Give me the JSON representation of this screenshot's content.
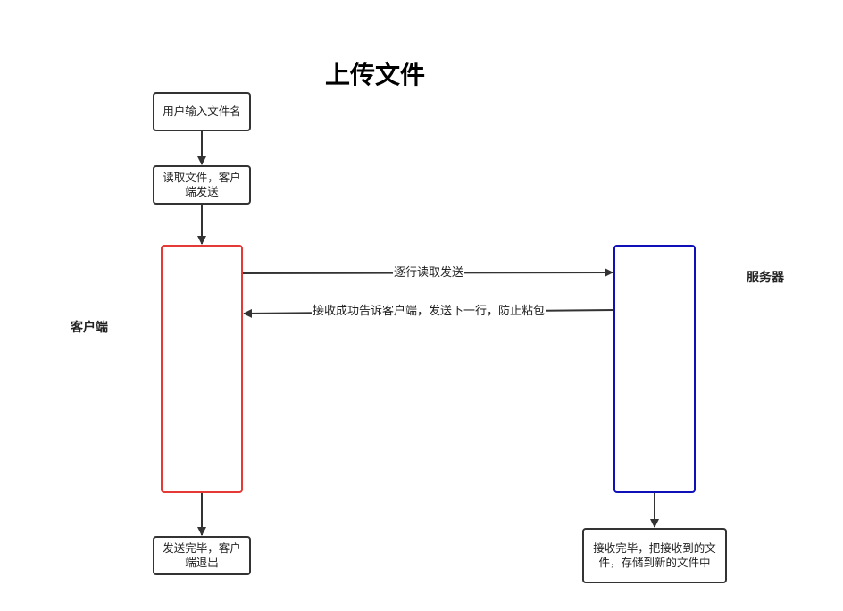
{
  "title": "上传文件",
  "colors": {
    "client_lane": "#e53935",
    "server_lane": "#1010b8",
    "box_border": "#333333",
    "arrow": "#333333"
  },
  "nodes": {
    "input_filename": "用户输入文件名",
    "read_send": "读取文件，客户端发送",
    "client_done": "发送完毕，客户端退出",
    "server_done": "接收完毕，把接收到的文件，存储到新的文件中"
  },
  "lanes": {
    "client": "客户端",
    "server": "服务器"
  },
  "edges": {
    "send_lines": "逐行读取发送",
    "ack": "接收成功告诉客户端，发送下一行，防止粘包"
  }
}
